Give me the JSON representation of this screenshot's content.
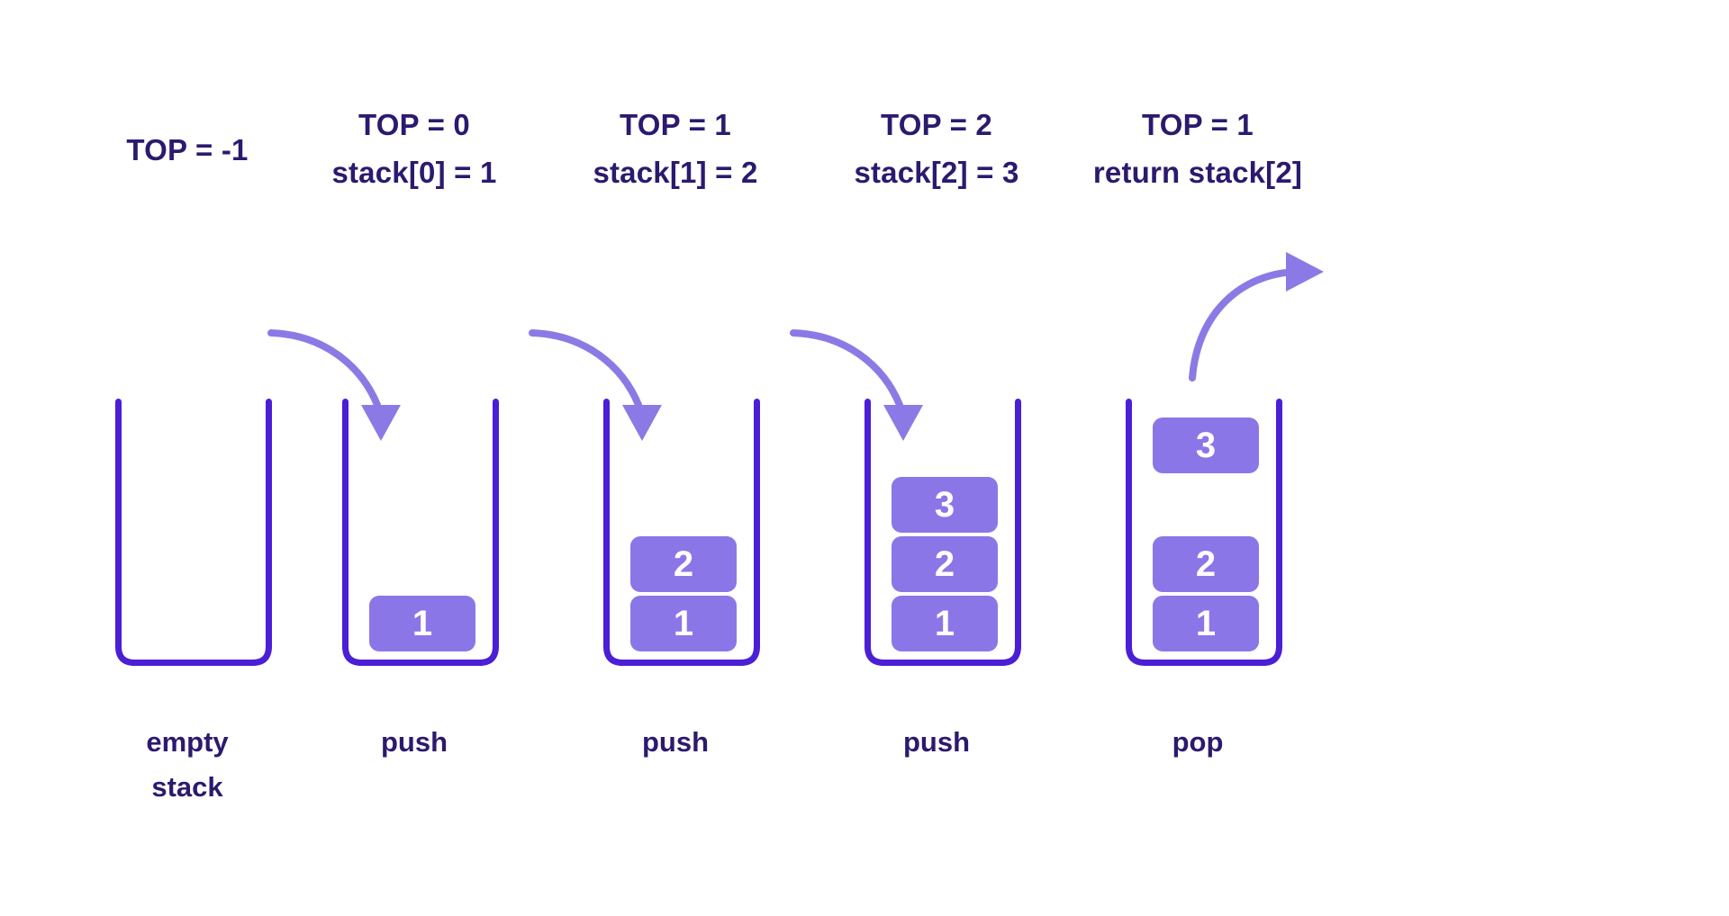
{
  "meta": {
    "title": "Stack push and pop operations",
    "background": "#ffffff"
  },
  "colors": {
    "text_navy": "#2b1a6e",
    "container_stroke": "#4a1fd6",
    "cell_fill": "#8b76e8",
    "cell_text": "#ffffff",
    "arrow": "#8b7ae5"
  },
  "columns": [
    {
      "id": "empty-stack",
      "caption_lines": [
        "TOP = -1"
      ],
      "op_lines": [
        "empty",
        "stack"
      ],
      "cells": [],
      "arrow": "none"
    },
    {
      "id": "push-1",
      "caption_lines": [
        "TOP = 0",
        "stack[0] = 1"
      ],
      "op_lines": [
        "push"
      ],
      "cells": [
        {
          "value": "1",
          "slot": 0
        }
      ],
      "arrow": "push-in"
    },
    {
      "id": "push-2",
      "caption_lines": [
        "TOP = 1",
        "stack[1] = 2"
      ],
      "op_lines": [
        "push"
      ],
      "cells": [
        {
          "value": "2",
          "slot": 1
        },
        {
          "value": "1",
          "slot": 0
        }
      ],
      "arrow": "push-in"
    },
    {
      "id": "push-3",
      "caption_lines": [
        "TOP = 2",
        "stack[2] = 3"
      ],
      "op_lines": [
        "push"
      ],
      "cells": [
        {
          "value": "3",
          "slot": 2
        },
        {
          "value": "2",
          "slot": 1
        },
        {
          "value": "1",
          "slot": 0
        }
      ],
      "arrow": "push-in"
    },
    {
      "id": "pop-3",
      "caption_lines": [
        "TOP = 1",
        "return stack[2]"
      ],
      "op_lines": [
        "pop"
      ],
      "cells": [
        {
          "value": "3",
          "slot": 3
        },
        {
          "value": "2",
          "slot": 1
        },
        {
          "value": "1",
          "slot": 0
        }
      ],
      "arrow": "pop-out"
    }
  ]
}
